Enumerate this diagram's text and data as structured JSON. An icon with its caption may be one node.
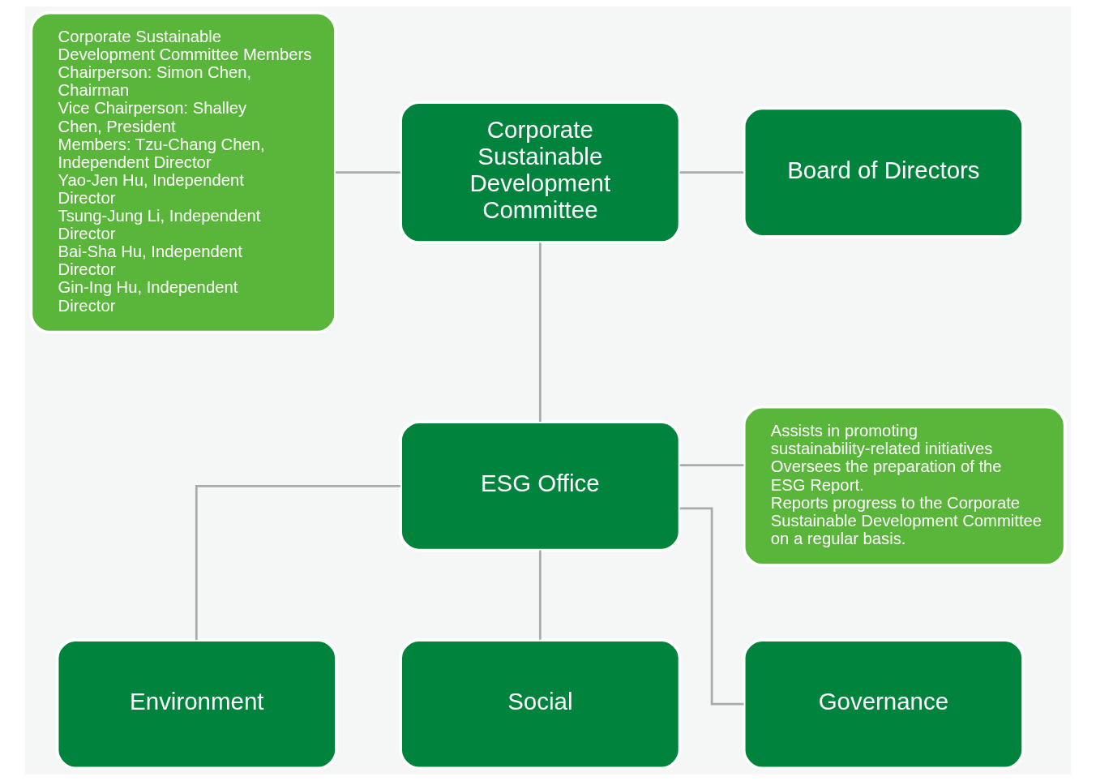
{
  "diagram": {
    "nodes": [
      {
        "text": [
          "Corporate Sustainable Development Committee Members",
          "Chairperson: Simon Chen, Chairman",
          "Vice Chairperson: Shalley Chen, President",
          "Members: Tzu-Chang Chen, Independent Director",
          "Yao-Jen Hu, Independent Director",
          "Tsung-Jung Li, Independent Director",
          "Bai-Sha Hu, Independent Director",
          "Gin-Ing Hu, Independent Director"
        ]
      },
      {
        "text": [
          "Corporate Sustainable Development Committee"
        ]
      },
      {
        "text": [
          "Board of Directors"
        ]
      },
      {
        "text": [
          "ESG Office"
        ]
      },
      {
        "text": [
          "Assists in promoting sustainability-related initiatives",
          "Oversees the preparation of the ESG Report.",
          "Reports progress to the Corporate Sustainable Development Committee on a regular basis."
        ]
      },
      {
        "text": [
          "Environment"
        ]
      },
      {
        "text": [
          "Social"
        ]
      },
      {
        "text": [
          "Governance"
        ]
      }
    ],
    "edges": [
      {
        "from": 0,
        "to": 1,
        "arrow": "none"
      },
      {
        "from": 1,
        "to": 2,
        "arrow": "none"
      },
      {
        "from": 1,
        "to": 3,
        "arrow": "none"
      },
      {
        "from": 3,
        "to": 4,
        "arrow": "none"
      },
      {
        "from": 3,
        "to": 5,
        "arrow": "none"
      },
      {
        "from": 3,
        "to": 6,
        "arrow": "none"
      },
      {
        "from": 3,
        "to": 7,
        "arrow": "none"
      }
    ]
  }
}
